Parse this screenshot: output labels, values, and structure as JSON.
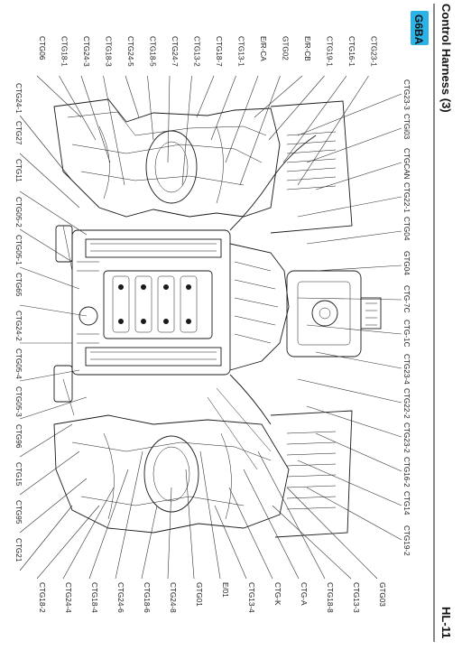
{
  "header": {
    "title": "Control Harness (3)",
    "page_code": "HL-11",
    "engine_badge": "G6BA",
    "badge_color": "#2bb3e8"
  },
  "labels": {
    "outer_top": [
      "CTG06",
      "CTG18-1",
      "CTG24-3",
      "CTG18-3",
      "CTG24-5",
      "CTG18-5",
      "CTG24-7",
      "CTG13-2",
      "CTG18-7",
      "CTG13-1",
      "E/R-CA",
      "GTG02",
      "E/R-CB",
      "CTG19-1",
      "CTG16-1",
      "CTG23-1"
    ],
    "inner_top": [
      "CTG23-3",
      "CTGi03",
      "CTGCAN",
      "CTG22-1",
      "CTG04",
      "GTG04",
      "CTG-7C",
      "CTG-1C",
      "CTG23-4",
      "CTG22-2",
      "CTG23-2",
      "CTG16-2",
      "CTG14",
      "CTG19-2"
    ],
    "left": [
      "CTG24-1",
      "CTG27",
      "CTG11",
      "CTG05-2",
      "CTG05-1",
      "CTG65",
      "CTG24-2",
      "CTG05-4",
      "CTG05-3",
      "CTG96",
      "CTG15",
      "CTG95",
      "CTG21"
    ],
    "bottom": [
      "CTG18-2",
      "CTG24-4",
      "CTG18-4",
      "CTG24-6",
      "CTG18-6",
      "CTG24-8",
      "GTG01",
      "E/01",
      "CTG13-4",
      "CTG-K",
      "CTG-A",
      "CTG18-8",
      "CTG13-3",
      "GTG03"
    ]
  }
}
